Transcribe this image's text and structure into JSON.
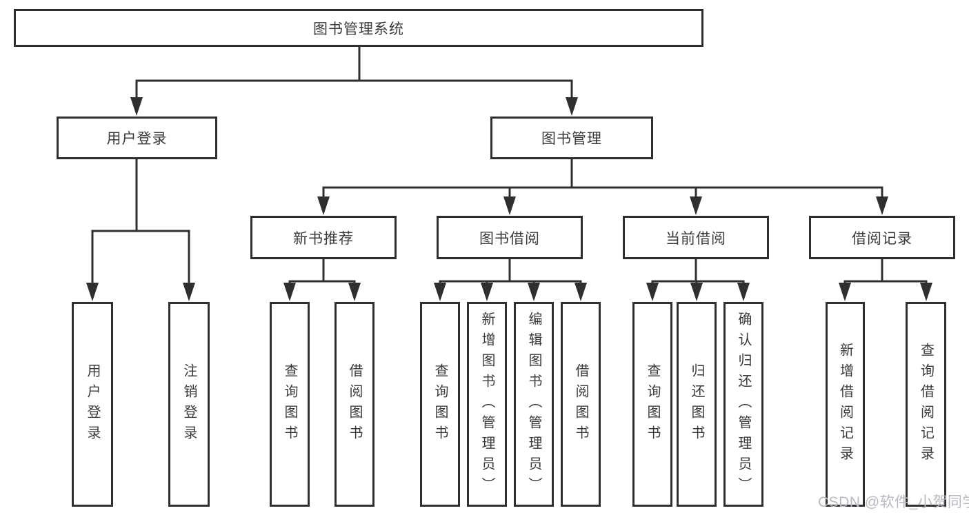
{
  "tree": {
    "root": {
      "label": "图书管理系统",
      "children": [
        {
          "label": "用户登录",
          "children": [
            {
              "label": "用户登录"
            },
            {
              "label": "注销登录"
            }
          ]
        },
        {
          "label": "图书管理",
          "children": [
            {
              "label": "新书推荐",
              "children": [
                {
                  "label": "查询图书"
                },
                {
                  "label": "借阅图书"
                }
              ]
            },
            {
              "label": "图书借阅",
              "children": [
                {
                  "label": "查询图书"
                },
                {
                  "label": "新增图书（管理员）"
                },
                {
                  "label": "编辑图书（管理员）"
                },
                {
                  "label": "借阅图书"
                }
              ]
            },
            {
              "label": "当前借阅",
              "children": [
                {
                  "label": "查询图书"
                },
                {
                  "label": "归还图书"
                },
                {
                  "label": "确认归还（管理员）"
                }
              ]
            },
            {
              "label": "借阅记录",
              "children": [
                {
                  "label": "新增借阅记录"
                },
                {
                  "label": "查询借阅记录"
                }
              ]
            }
          ]
        }
      ]
    }
  },
  "colors": {
    "line": "#2f2f2f",
    "text": "#3a3a3a",
    "watermark": "#b6bac1"
  },
  "watermark": {
    "text": "CSDN @软件_小贺同学"
  }
}
